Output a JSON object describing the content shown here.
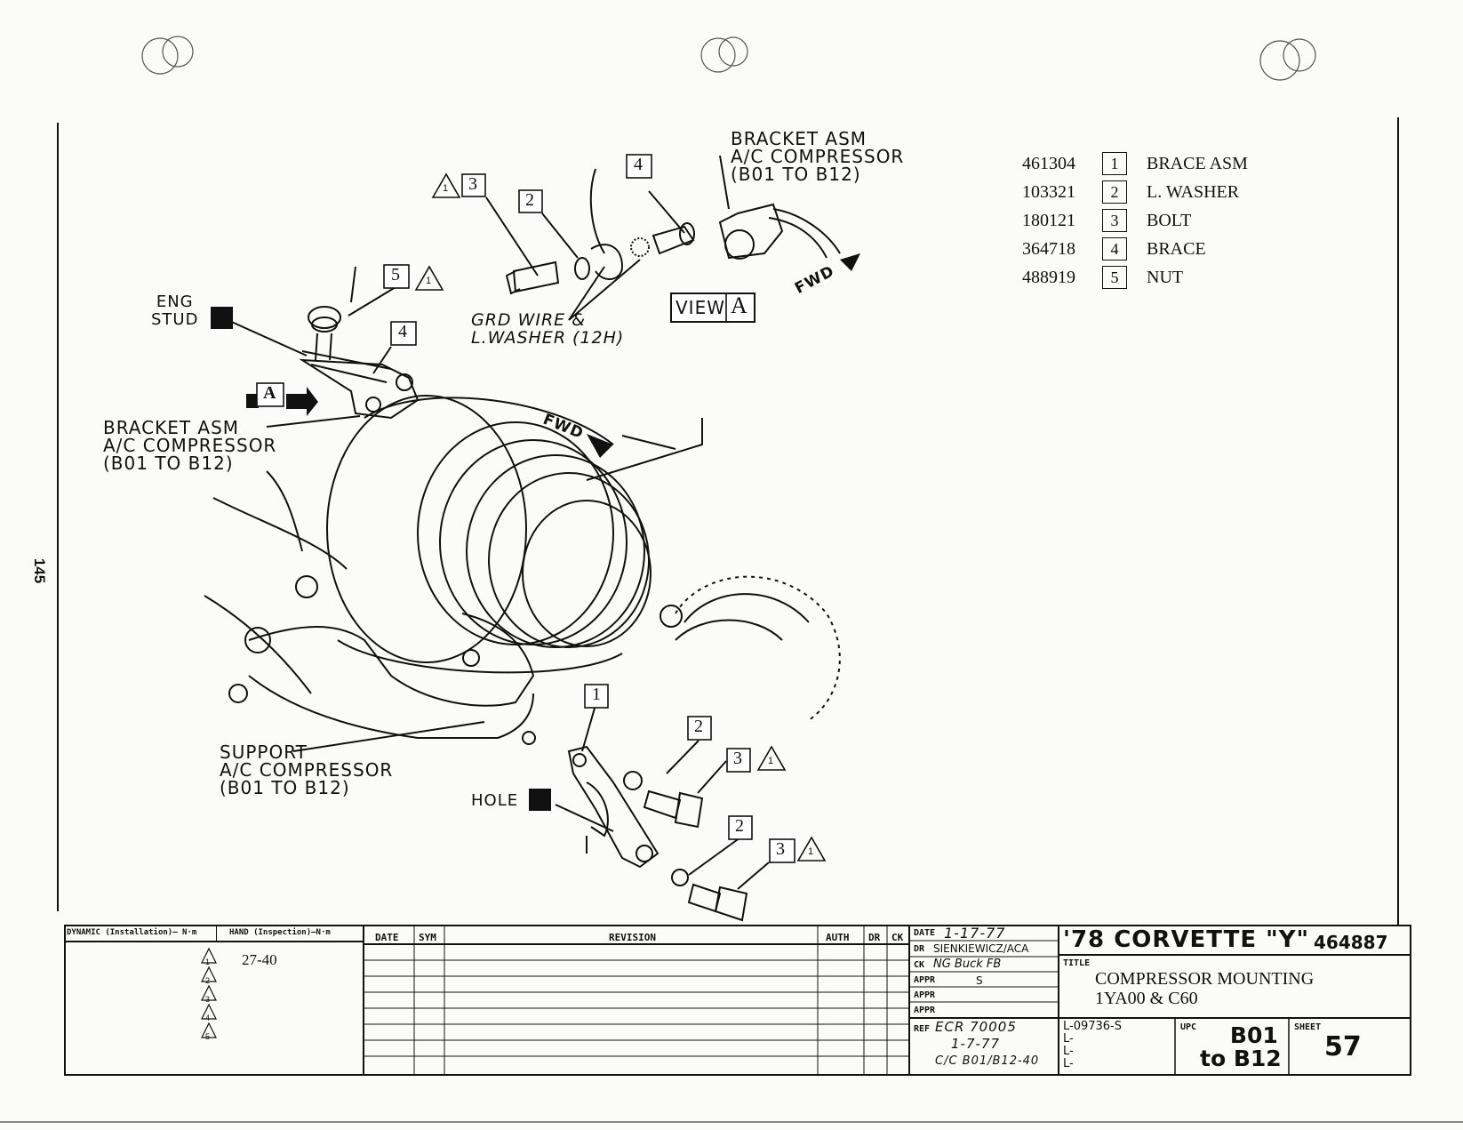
{
  "page_number": "145",
  "parts": [
    {
      "part_no": "461304",
      "ref": "1",
      "name": "BRACE ASM"
    },
    {
      "part_no": "103321",
      "ref": "2",
      "name": "L. WASHER"
    },
    {
      "part_no": "180121",
      "ref": "3",
      "name": "BOLT"
    },
    {
      "part_no": "364718",
      "ref": "4",
      "name": "BRACE"
    },
    {
      "part_no": "488919",
      "ref": "5",
      "name": "NUT"
    }
  ],
  "callouts": {
    "bracket_top": [
      "BRACKET ASM",
      "A/C COMPRESSOR",
      "(B01 TO B12)"
    ],
    "bracket_left": [
      "BRACKET ASM",
      "A/C COMPRESSOR",
      "(B01 TO B12)"
    ],
    "support": [
      "SUPPORT",
      "A/C COMPRESSOR",
      "(B01 TO B12)"
    ],
    "eng_stud": [
      "ENG",
      "STUD"
    ],
    "grd_wire": [
      "GRD WIRE &",
      "L.WASHER (12H)"
    ],
    "hole": "HOLE",
    "view": "VIEW",
    "view_letter": "A",
    "arrow_letter": "A",
    "fwd": "FWD",
    "ref_nums": {
      "one": "1",
      "two": "2",
      "three": "3",
      "four": "4",
      "five": "5"
    }
  },
  "torque": {
    "dynamic_header": "DYNAMIC (Installation)— N·m",
    "hand_header": "HAND (Inspection)—N·m",
    "rows": [
      {
        "symbol": "1",
        "value": "27-40"
      },
      {
        "symbol": "2",
        "value": ""
      },
      {
        "symbol": "3",
        "value": ""
      },
      {
        "symbol": "4",
        "value": ""
      },
      {
        "symbol": "5",
        "value": ""
      }
    ]
  },
  "revision_headers": {
    "date": "DATE",
    "sym": "SYM",
    "revision": "REVISION",
    "auth": "AUTH",
    "dr": "DR",
    "ck": "CK"
  },
  "approvals": {
    "date_label": "DATE",
    "date_value": "1-17-77",
    "dr_label": "DR",
    "dr_value": "SIENKIEWICZ/ACA",
    "ck_label": "CK",
    "ck_value": "NG Buck FB",
    "appr_label": "APPR",
    "appr1_value": "S",
    "ref_label": "REF",
    "ref_lines": [
      "ECR 70005",
      "1-7-77",
      "C/C B01/B12-40"
    ]
  },
  "title_block": {
    "vehicle": "'78 CORVETTE \"Y\"",
    "drawing_no": "464887",
    "title_label": "TITLE",
    "title_lines": [
      "COMPRESSOR MOUNTING",
      "1YA00 & C60"
    ],
    "l_entries": [
      "L-09736-S",
      "L-",
      "L-",
      "L-"
    ],
    "upc_label": "UPC",
    "upc_lines": [
      "B01",
      "to B12"
    ],
    "sheet_label": "SHEET",
    "sheet_value": "57"
  }
}
